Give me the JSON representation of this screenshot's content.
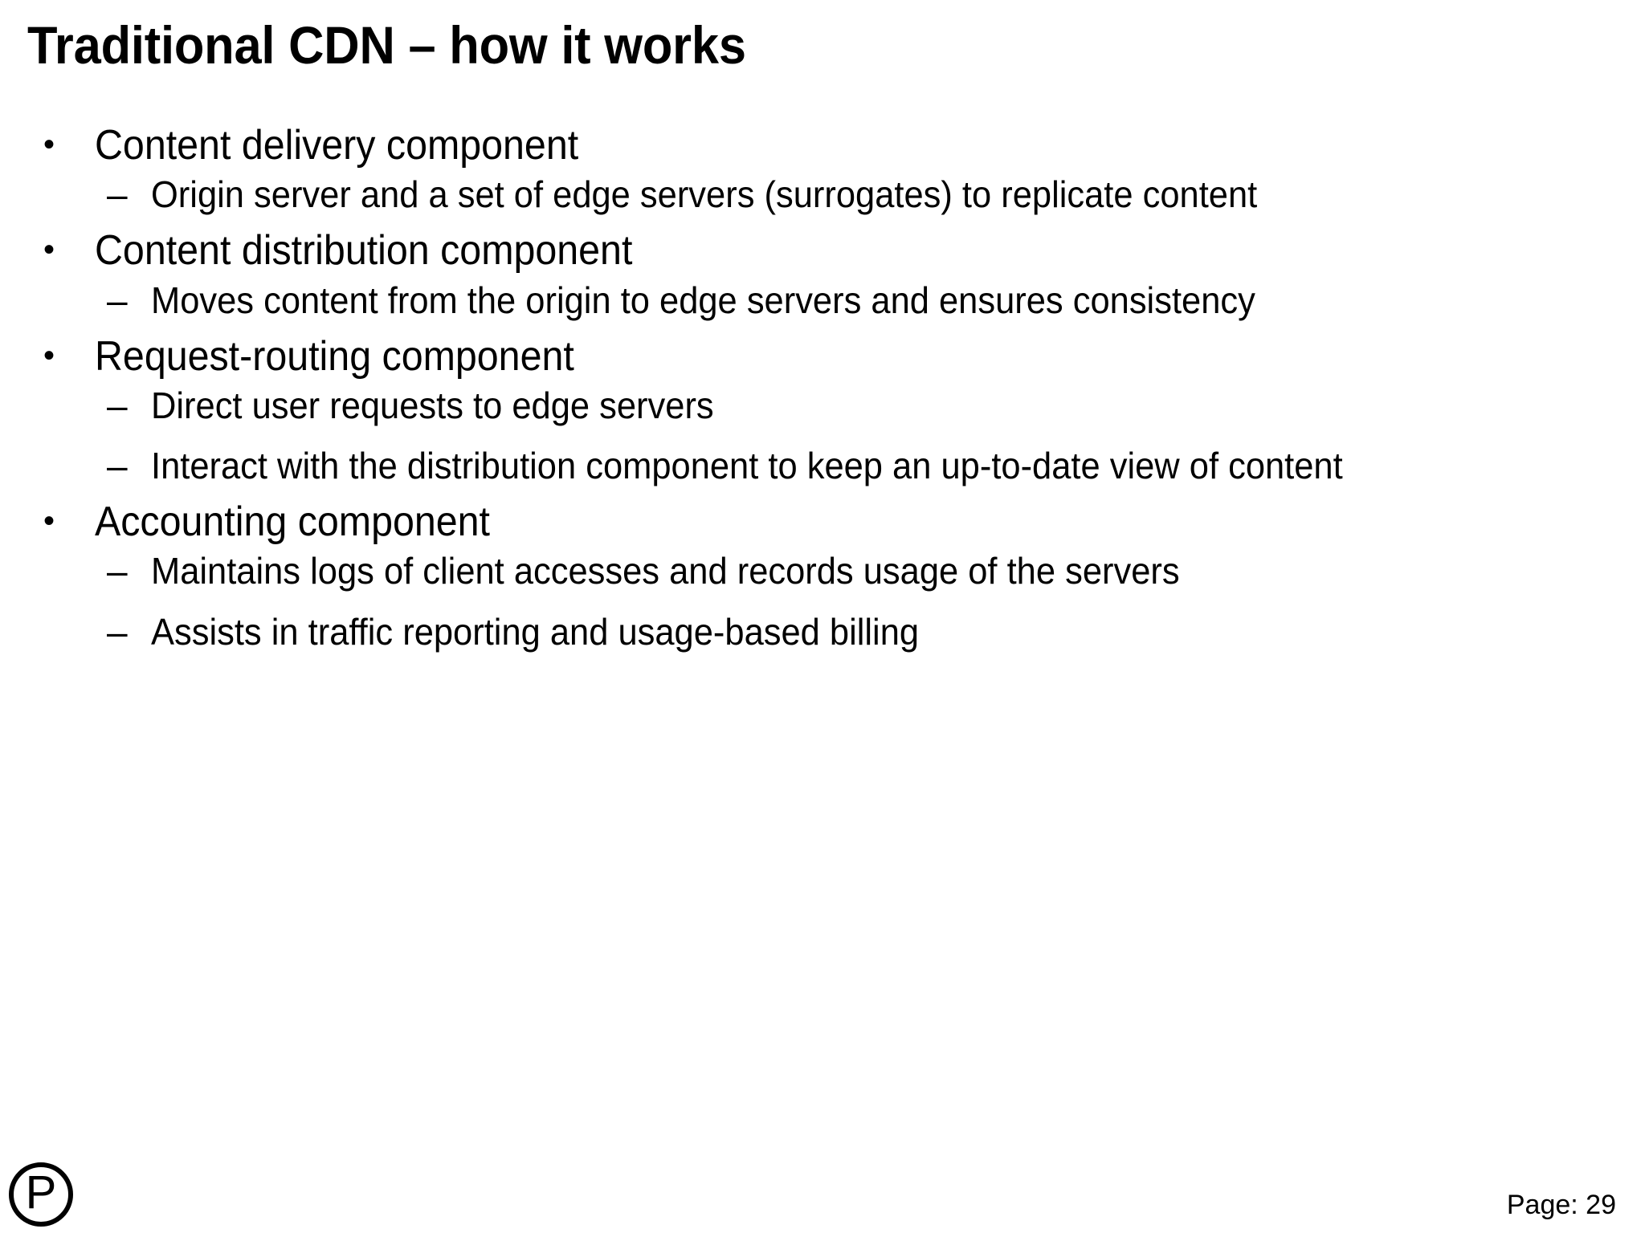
{
  "slide": {
    "title": "Traditional CDN – how it works",
    "page_label": "Page: 29",
    "logo_letter": "P",
    "bullet_marker_level1": "•",
    "bullet_marker_level2": "–",
    "background_color": "#ffffff",
    "text_color": "#000000"
  },
  "content": {
    "groups": [
      {
        "heading": "Content delivery component",
        "items": [
          "Origin server and a set of edge servers (surrogates) to replicate content"
        ]
      },
      {
        "heading": "Content distribution component",
        "items": [
          "Moves content from the origin to edge servers and ensures consistency"
        ]
      },
      {
        "heading": "Request-routing component",
        "items": [
          "Direct user requests to edge servers",
          "Interact with the distribution component to keep an up-to-date view of content"
        ]
      },
      {
        "heading": "Accounting component",
        "items": [
          "Maintains logs of client accesses and records usage of the servers",
          "Assists in traffic reporting and usage-based billing"
        ]
      }
    ]
  }
}
